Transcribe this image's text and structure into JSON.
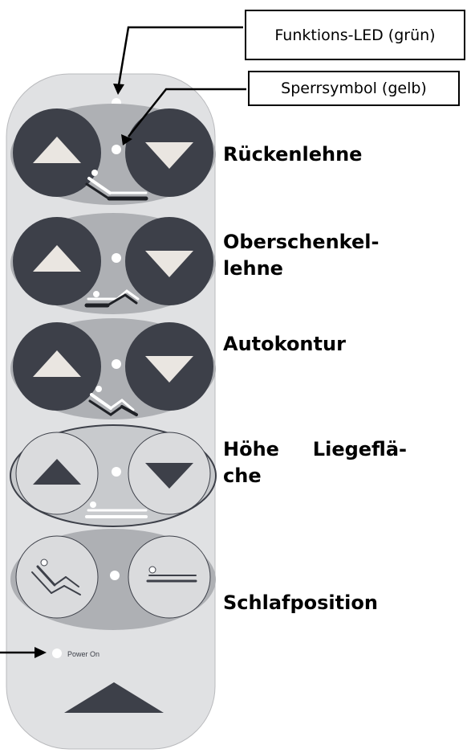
{
  "callouts": {
    "function_led": "Funktions-LED (grün)",
    "lock_symbol": "Sperrsymbol (gelb)"
  },
  "sections": {
    "backrest": "Rückenlehne",
    "thigh_line1": "Oberschenkel-",
    "thigh_line2": "lehne",
    "autocontour": "Autokontur",
    "height_line1": "Höhe Liegeflä-",
    "height_line2": "che",
    "sleep": "Schlafposition"
  },
  "device": {
    "power_label": "Power On"
  },
  "colors": {
    "body": "#e0e1e3",
    "panel_dark": "#aeb0b4",
    "panel_light": "#c8cacd",
    "button_dark": "#3d4049",
    "button_light": "#dadbdd",
    "arrow_light": "#eae6e1",
    "arrow_dark": "#3d4049"
  }
}
